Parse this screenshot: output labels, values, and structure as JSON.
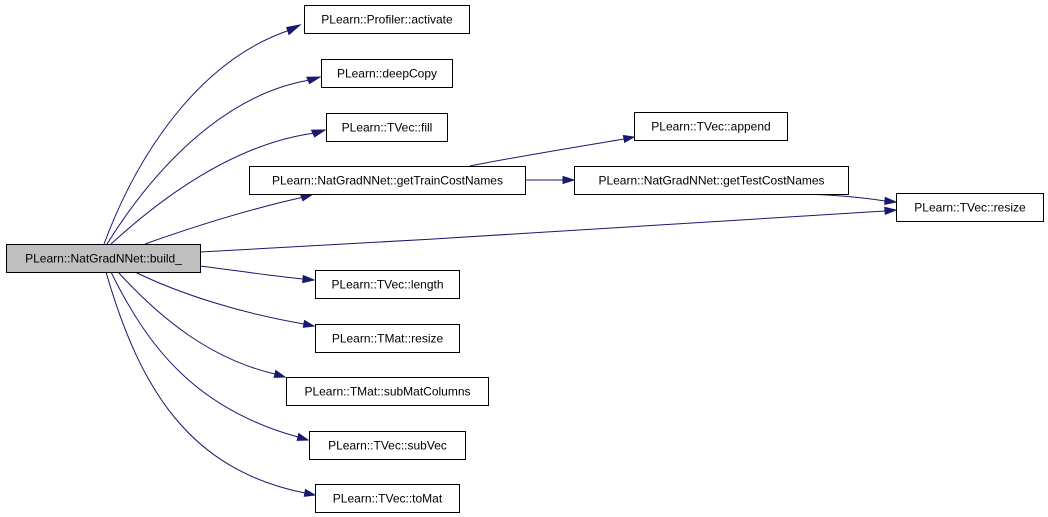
{
  "diagram": {
    "edge_color": "#191970",
    "root_fill": "#bfbfbf",
    "node_fill": "#ffffff",
    "nodes": [
      {
        "id": "build",
        "label": "PLearn::NatGradNNet::build_"
      },
      {
        "id": "activate",
        "label": "PLearn::Profiler::activate"
      },
      {
        "id": "deepCopy",
        "label": "PLearn::deepCopy"
      },
      {
        "id": "fill",
        "label": "PLearn::TVec::fill"
      },
      {
        "id": "getTrainCostNames",
        "label": "PLearn::NatGradNNet::getTrainCostNames"
      },
      {
        "id": "append",
        "label": "PLearn::TVec::append"
      },
      {
        "id": "getTestCostNames",
        "label": "PLearn::NatGradNNet::getTestCostNames"
      },
      {
        "id": "tvec_resize",
        "label": "PLearn::TVec::resize"
      },
      {
        "id": "length",
        "label": "PLearn::TVec::length"
      },
      {
        "id": "tmat_resize",
        "label": "PLearn::TMat::resize"
      },
      {
        "id": "subMatColumns",
        "label": "PLearn::TMat::subMatColumns"
      },
      {
        "id": "subVec",
        "label": "PLearn::TVec::subVec"
      },
      {
        "id": "toMat",
        "label": "PLearn::TVec::toMat"
      }
    ],
    "edges": [
      {
        "from": "build",
        "to": "activate"
      },
      {
        "from": "build",
        "to": "deepCopy"
      },
      {
        "from": "build",
        "to": "fill"
      },
      {
        "from": "build",
        "to": "getTrainCostNames"
      },
      {
        "from": "build",
        "to": "tvec_resize"
      },
      {
        "from": "build",
        "to": "length"
      },
      {
        "from": "build",
        "to": "tmat_resize"
      },
      {
        "from": "build",
        "to": "subMatColumns"
      },
      {
        "from": "build",
        "to": "subVec"
      },
      {
        "from": "build",
        "to": "toMat"
      },
      {
        "from": "getTrainCostNames",
        "to": "append"
      },
      {
        "from": "getTrainCostNames",
        "to": "getTestCostNames"
      },
      {
        "from": "getTestCostNames",
        "to": "tvec_resize"
      }
    ]
  }
}
